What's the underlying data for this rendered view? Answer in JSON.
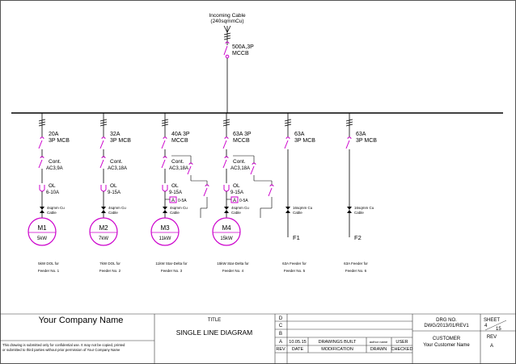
{
  "incomer": {
    "cable": [
      "Incoming Cable",
      "(240sqmmCu)"
    ],
    "breaker": [
      "500A,3P",
      "MCCB"
    ]
  },
  "feeders": [
    {
      "breaker": [
        "20A",
        "3P MCB"
      ],
      "contactor": [
        "Cont.",
        "AC3,9A"
      ],
      "overload": [
        "OL",
        "6-10A"
      ],
      "ammeter": "",
      "cable": [
        "4sqmm Cu",
        "Cable"
      ],
      "motor_id": "M1",
      "motor_kw": "5kW",
      "terminal": "",
      "desc": [
        "5kW DOL for",
        "Feeder No. 1"
      ]
    },
    {
      "breaker": [
        "32A",
        "3P MCB"
      ],
      "contactor": [
        "Cont.",
        "AC3,18A"
      ],
      "overload": [
        "OL",
        "9-15A"
      ],
      "ammeter": "",
      "cable": [
        "4sqmm Cu",
        "Cable"
      ],
      "motor_id": "M2",
      "motor_kw": "7kW",
      "terminal": "",
      "desc": [
        "7kW DOL for",
        "Feeder No. 2"
      ]
    },
    {
      "breaker": [
        "40A 3P",
        "MCCB"
      ],
      "contactor": [
        "Cont.",
        "AC3,18A"
      ],
      "overload": [
        "OL",
        "9-15A"
      ],
      "ammeter": "0-5A",
      "cable": [
        "4sqmm Cu",
        "Cable"
      ],
      "motor_id": "M3",
      "motor_kw": "11kW",
      "terminal": "",
      "desc": [
        "11kW Star-Delta for",
        "Feeder No. 3"
      ]
    },
    {
      "breaker": [
        "63A 3P",
        "MCCB"
      ],
      "contactor": [
        "Cont.",
        "AC3,18A"
      ],
      "overload": [
        "OL",
        "9-15A"
      ],
      "ammeter": "0-5A",
      "cable": [
        "4sqmm Cu",
        "Cable"
      ],
      "motor_id": "M4",
      "motor_kw": "15kW",
      "terminal": "",
      "desc": [
        "15kW Star-Delta for",
        "Feeder No. 4"
      ]
    },
    {
      "breaker": [
        "63A",
        "3P MCB"
      ],
      "contactor": null,
      "overload": null,
      "ammeter": "",
      "cable": [
        "16sqmm Cu",
        "Cable"
      ],
      "motor_id": "",
      "motor_kw": "",
      "terminal": "F1",
      "desc": [
        "63A Feeder for",
        "Feeder No. 5"
      ]
    },
    {
      "breaker": [
        "63A",
        "3P MCB"
      ],
      "contactor": null,
      "overload": null,
      "ammeter": "",
      "cable": [
        "16sqmm Cu",
        "Cable"
      ],
      "motor_id": "",
      "motor_kw": "",
      "terminal": "F2",
      "desc": [
        "63A Feeder for",
        "Feeder No. 6"
      ]
    }
  ],
  "title_block": {
    "company": "Your Company Name",
    "disclaimer": [
      "This drawing is submitted only for confidential use. It may not be copied, printed",
      "or submitted to third parties without prior permission of Your Company Name"
    ],
    "title_label": "TITLE",
    "title": "SINGLE LINE DIAGRAM",
    "rev_letters": [
      "D",
      "C",
      "B",
      "A"
    ],
    "rev_a": {
      "date": "10.05.15",
      "modification": "DRAWINGS BUILT",
      "drawn": "author name",
      "checked": "USER"
    },
    "headers": {
      "rev": "REV",
      "date": "DATE",
      "modification": "MODIFICATION",
      "drawn": "DRAWN",
      "checked": "CHECKED"
    },
    "drg_no_label": "DRG NO.",
    "drg_no": "DWG/2013/01/REV1",
    "customer_label": "CUSTOMER",
    "customer": "Your Customer Name",
    "sheet_label": "SHEET",
    "sheet_no": "4",
    "sheet_total": "15",
    "rev_label": "REV",
    "rev_value": "A"
  },
  "colors": {
    "line": "#000000",
    "magenta": "#cc00cc"
  }
}
